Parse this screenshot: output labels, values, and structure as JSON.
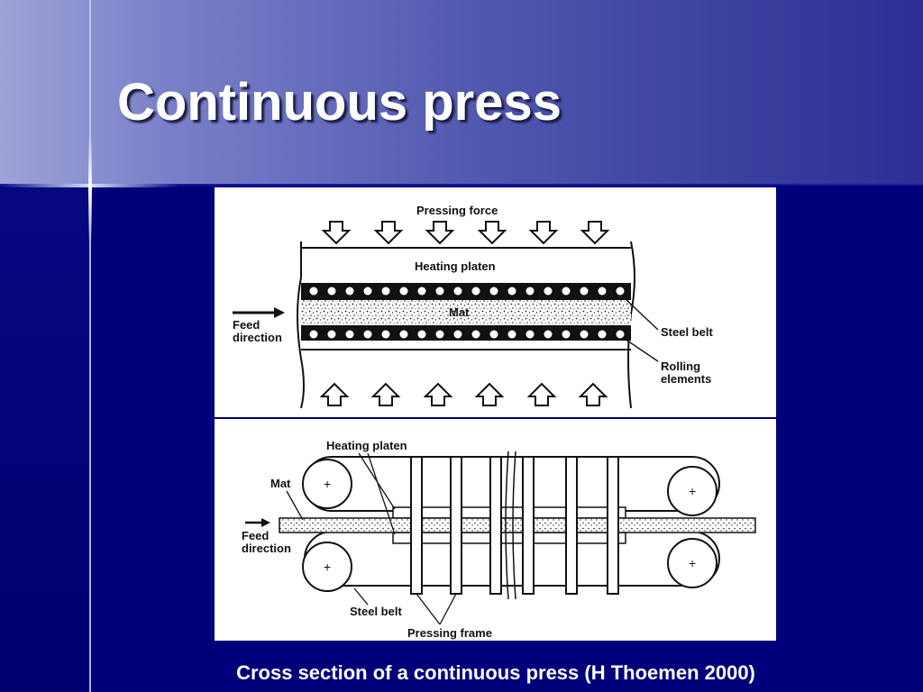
{
  "slide": {
    "title": "Continuous press",
    "caption": "Cross section of a continuous press (H Thoemen 2000)"
  },
  "diagram_top": {
    "pressing_force": "Pressing force",
    "heating_platen": "Heating platen",
    "mat": "Mat",
    "feed_line1": "Feed",
    "feed_line2": "direction",
    "steel_belt": "Steel belt",
    "rolling_line1": "Rolling",
    "rolling_line2": "elements"
  },
  "diagram_bottom": {
    "heating_platen": "Heating platen",
    "mat": "Mat",
    "feed_line1": "Feed",
    "feed_line2": "direction",
    "steel_belt": "Steel belt",
    "pressing_frame": "Pressing frame"
  },
  "colors": {
    "background": "#00007a",
    "header": "#4d55ad",
    "title_text": "#ffffff"
  }
}
